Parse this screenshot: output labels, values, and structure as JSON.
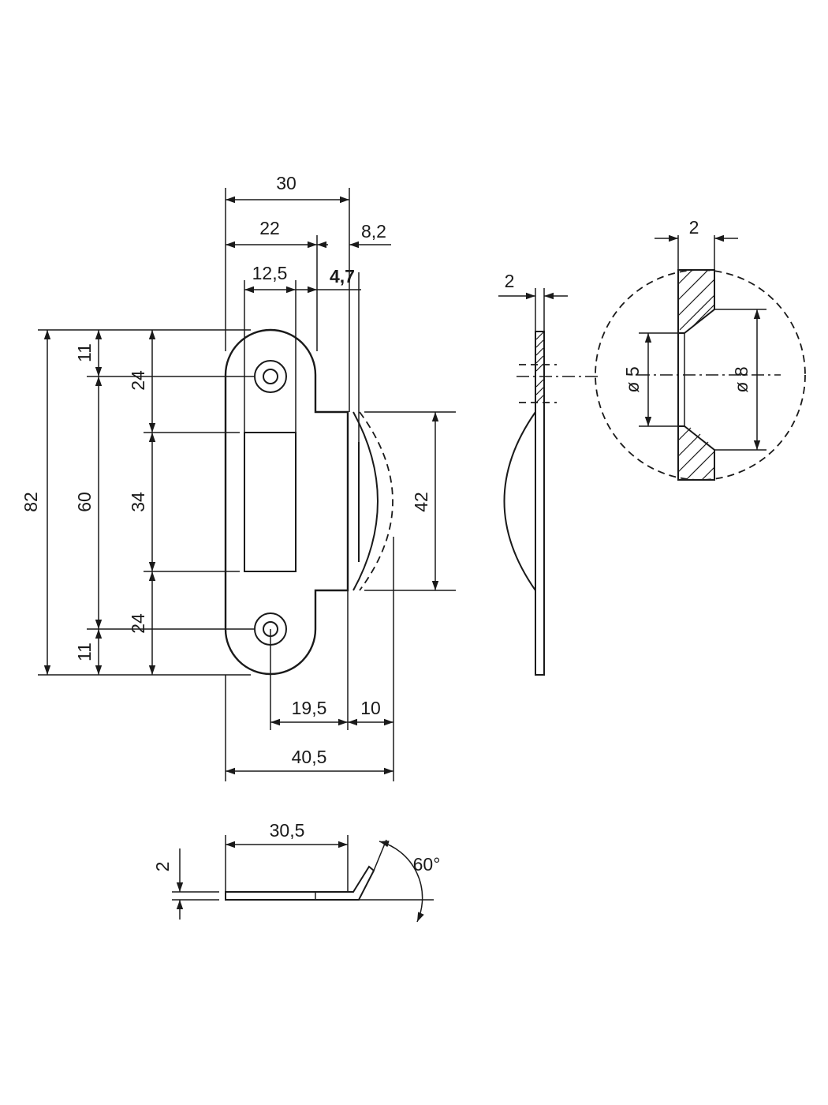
{
  "front_view": {
    "width_30": "30",
    "width_22": "22",
    "offset_8_2": "8,2",
    "slot_12_5": "12,5",
    "gap_4_7": "4,7",
    "height_82": "82",
    "height_60": "60",
    "top_11": "11",
    "bottom_11": "11",
    "top_24": "24",
    "slot_34": "34",
    "bottom_24": "24",
    "lip_42": "42",
    "hole_19_5": "19,5",
    "lip_10": "10",
    "total_40_5": "40,5"
  },
  "bottom_view": {
    "length_30_5": "30,5",
    "thickness_2": "2",
    "angle_60": "60°"
  },
  "side_view": {
    "thickness_2": "2"
  },
  "detail_view": {
    "thickness_2": "2",
    "dia_5": "ø 5",
    "dia_8": "ø 8"
  }
}
